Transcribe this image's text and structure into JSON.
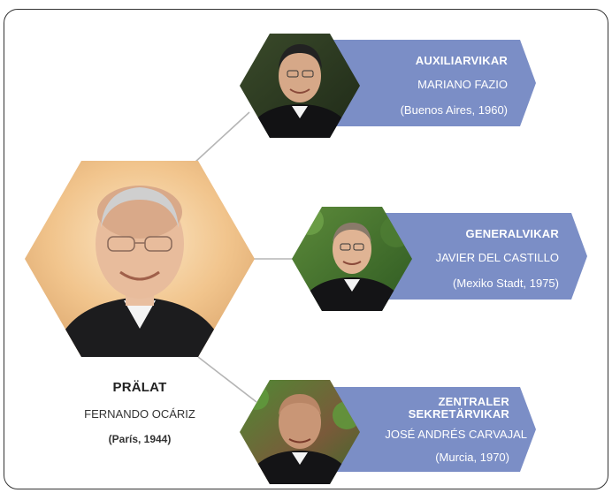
{
  "colors": {
    "banner": "#7b8ec6",
    "connector": "#b5b5b5",
    "frame_border": "#333333",
    "text_dark": "#333333",
    "text_light": "#ffffff"
  },
  "prelate": {
    "title": "PRÄLAT",
    "name": "FERNANDO OCÁRIZ",
    "origin": "(París, 1944)"
  },
  "members": [
    {
      "title": "AUXILIARVIKAR",
      "name": "MARIANO FAZIO",
      "origin": "(Buenos Aires, 1960)"
    },
    {
      "title": "GENERALVIKAR",
      "name": "JAVIER DEL CASTILLO",
      "origin": "(Mexiko Stadt, 1975)"
    },
    {
      "title_line1": "ZENTRALER",
      "title_line2": "SEKRETÄRVIKAR",
      "name": "JOSÉ ANDRÉS CARVAJAL",
      "origin": "(Murcia, 1970)"
    }
  ]
}
